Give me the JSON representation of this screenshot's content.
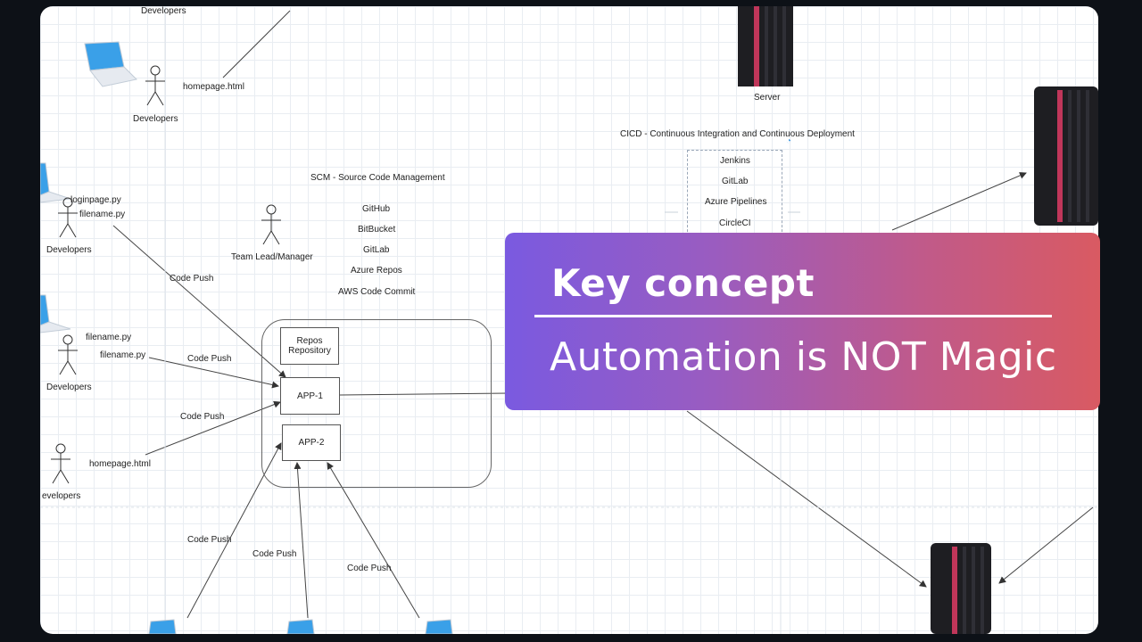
{
  "diagram": {
    "developers_label": "Developers",
    "developers_label_cut_top": "Developers",
    "developers_label_cut_left": "evelopers",
    "files": {
      "homepage_top": "homepage.html",
      "loginpage": "loginpage.py",
      "filename_1": "filename.py",
      "filename_2": "filename.py",
      "filename_3": "filename.py",
      "homepage_bottom": "homepage.html"
    },
    "team_lead": "Team Lead/Manager",
    "scm": {
      "title": "SCM - Source Code Management",
      "tools": [
        "GitHub",
        "BitBucket",
        "GitLab",
        "Azure Repos",
        "AWS Code Commit"
      ]
    },
    "repo_group": {
      "repos_label": "Repos Repository",
      "app1": "APP-1",
      "app2": "APP-2"
    },
    "code_push": "Code Push",
    "server_label": "Server",
    "cicd": {
      "title": "CICD - Continuous Integration and Continuous Deployment",
      "tools": [
        "Jenkins",
        "GitLab",
        "Azure Pipelines",
        "CircleCI"
      ]
    }
  },
  "overlay": {
    "title": "Key concept",
    "subtitle": "Automation is NOT Magic"
  },
  "colors": {
    "gradient_start": "#7a5ae0",
    "gradient_end": "#d95a62",
    "server_stripe": "#c0365a"
  }
}
